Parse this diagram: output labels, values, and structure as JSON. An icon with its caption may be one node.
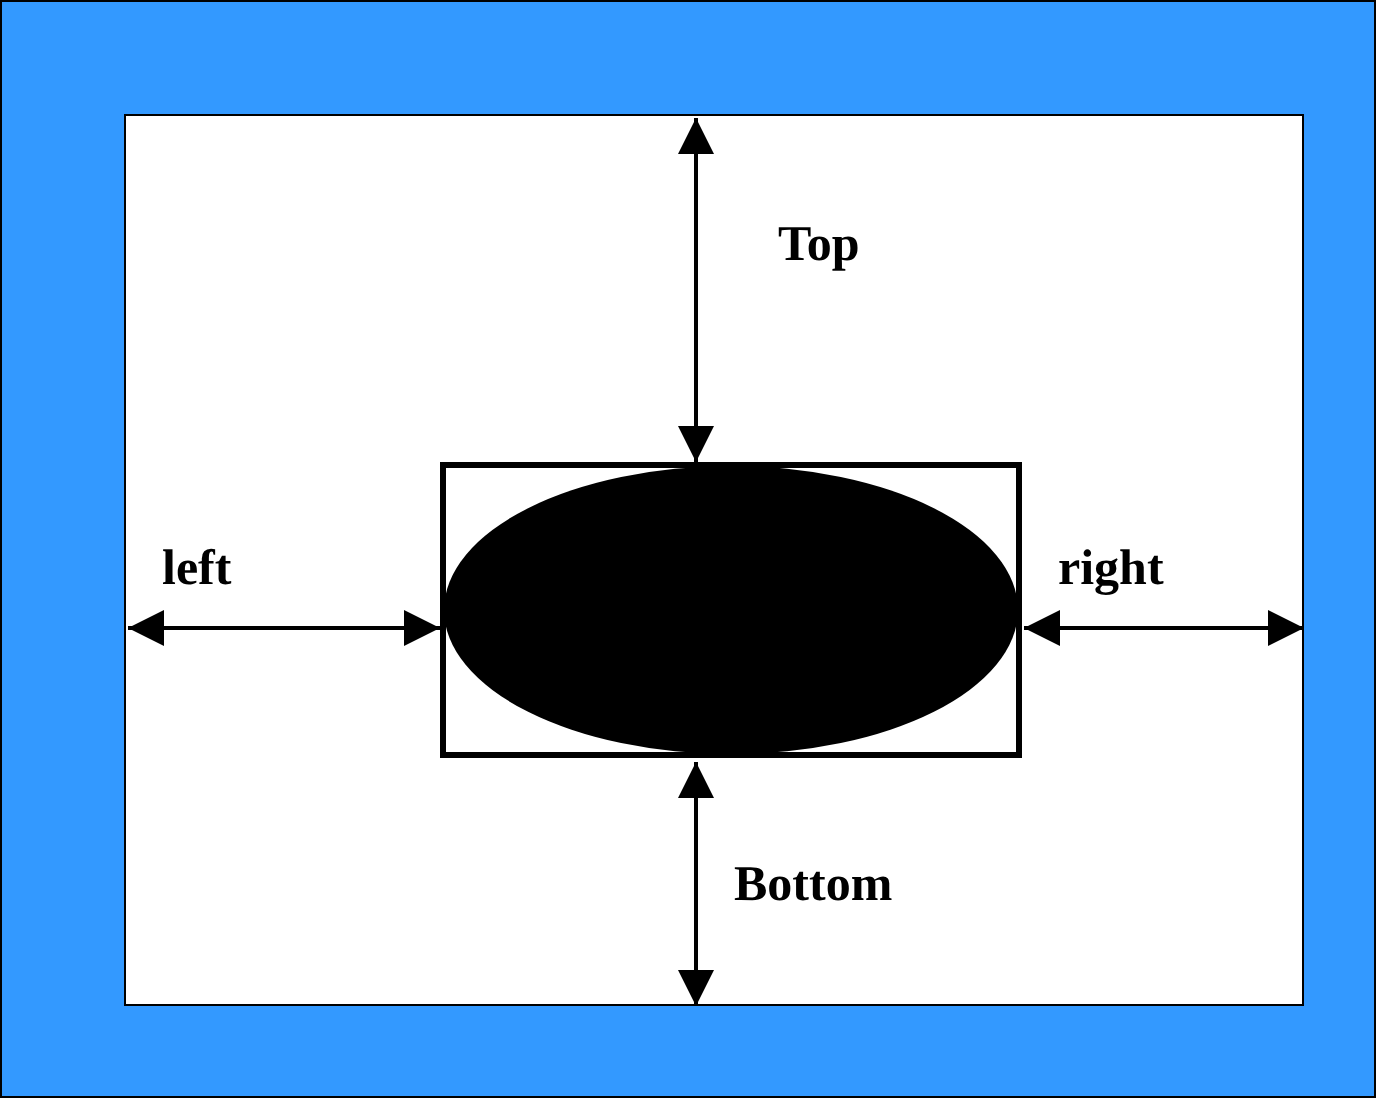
{
  "diagram": {
    "nodes": [
      {
        "text": [],
        "shape": "box"
      },
      {
        "text": [],
        "shape": "box",
        "in": 0
      },
      {
        "text": [],
        "shape": "ellipse",
        "in": 1
      }
    ],
    "edges": [
      {
        "from": 0,
        "to": 1,
        "arrow": "both",
        "label": "Top"
      },
      {
        "from": 0,
        "to": 1,
        "arrow": "both",
        "label": "left"
      },
      {
        "from": 1,
        "to": 0,
        "arrow": "both",
        "label": "right"
      },
      {
        "from": 1,
        "to": 0,
        "arrow": "both",
        "label": "Bottom"
      }
    ]
  }
}
